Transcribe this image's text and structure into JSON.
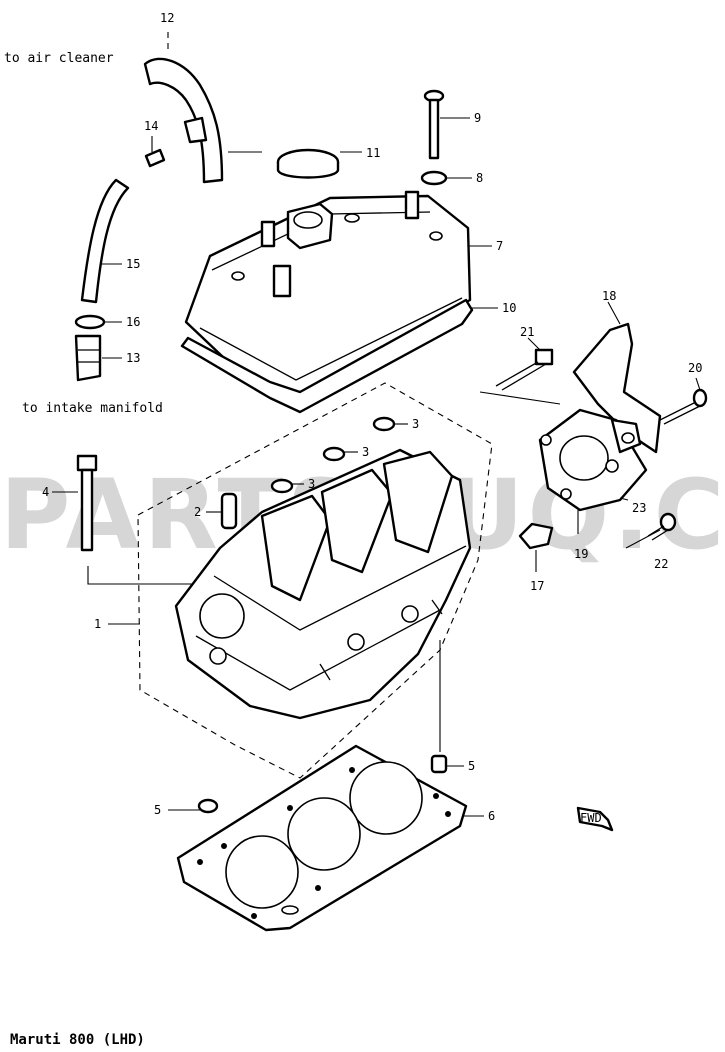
{
  "watermark": "PARTSOUQ.COM",
  "footer": "Maruti 800 (LHD)",
  "notes": {
    "air_cleaner": "to air cleaner",
    "intake_manifold": "to intake manifold"
  },
  "fwd_label": "FWD",
  "callouts": {
    "c1": "1",
    "c2": "2",
    "c3a": "3",
    "c3b": "3",
    "c3c": "3",
    "c4": "4",
    "c5a": "5",
    "c5b": "5",
    "c6": "6",
    "c7": "7",
    "c8": "8",
    "c9": "9",
    "c10": "10",
    "c11": "11",
    "c12": "12",
    "c13": "13",
    "c14": "14",
    "c15": "15",
    "c16": "16",
    "c17": "17",
    "c18": "18",
    "c19": "19",
    "c20": "20",
    "c21": "21",
    "c22": "22",
    "c23": "23"
  }
}
